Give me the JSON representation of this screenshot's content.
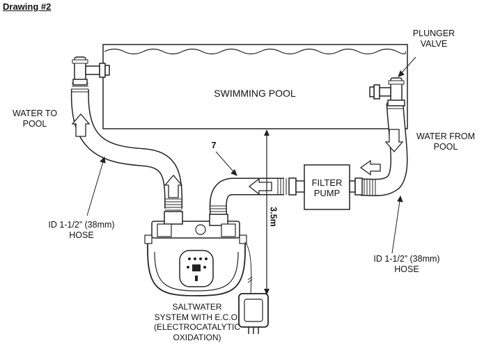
{
  "title": "Drawing #2",
  "labels": {
    "pool": "SWIMMING POOL",
    "plunger_line1": "PLUNGER",
    "plunger_line2": "VALVE",
    "water_to_line1": "WATER TO",
    "water_to_line2": "POOL",
    "water_from_line1": "WATER FROM",
    "water_from_line2": "POOL",
    "filter_line1": "FILTER",
    "filter_line2": "PUMP",
    "hose_left_line1": "ID 1-1/2” (38mm)",
    "hose_left_line2": "HOSE",
    "hose_right_line1": "ID 1-1/2” (38mm)",
    "hose_right_line2": "HOSE",
    "callout_number": "7",
    "distance": "3.5m",
    "system_line1": "SALTWATER",
    "system_line2": "SYSTEM WITH E.C.O.",
    "system_line3": "(ELECTROCATALYTIC",
    "system_line4": "OXIDATION)"
  }
}
